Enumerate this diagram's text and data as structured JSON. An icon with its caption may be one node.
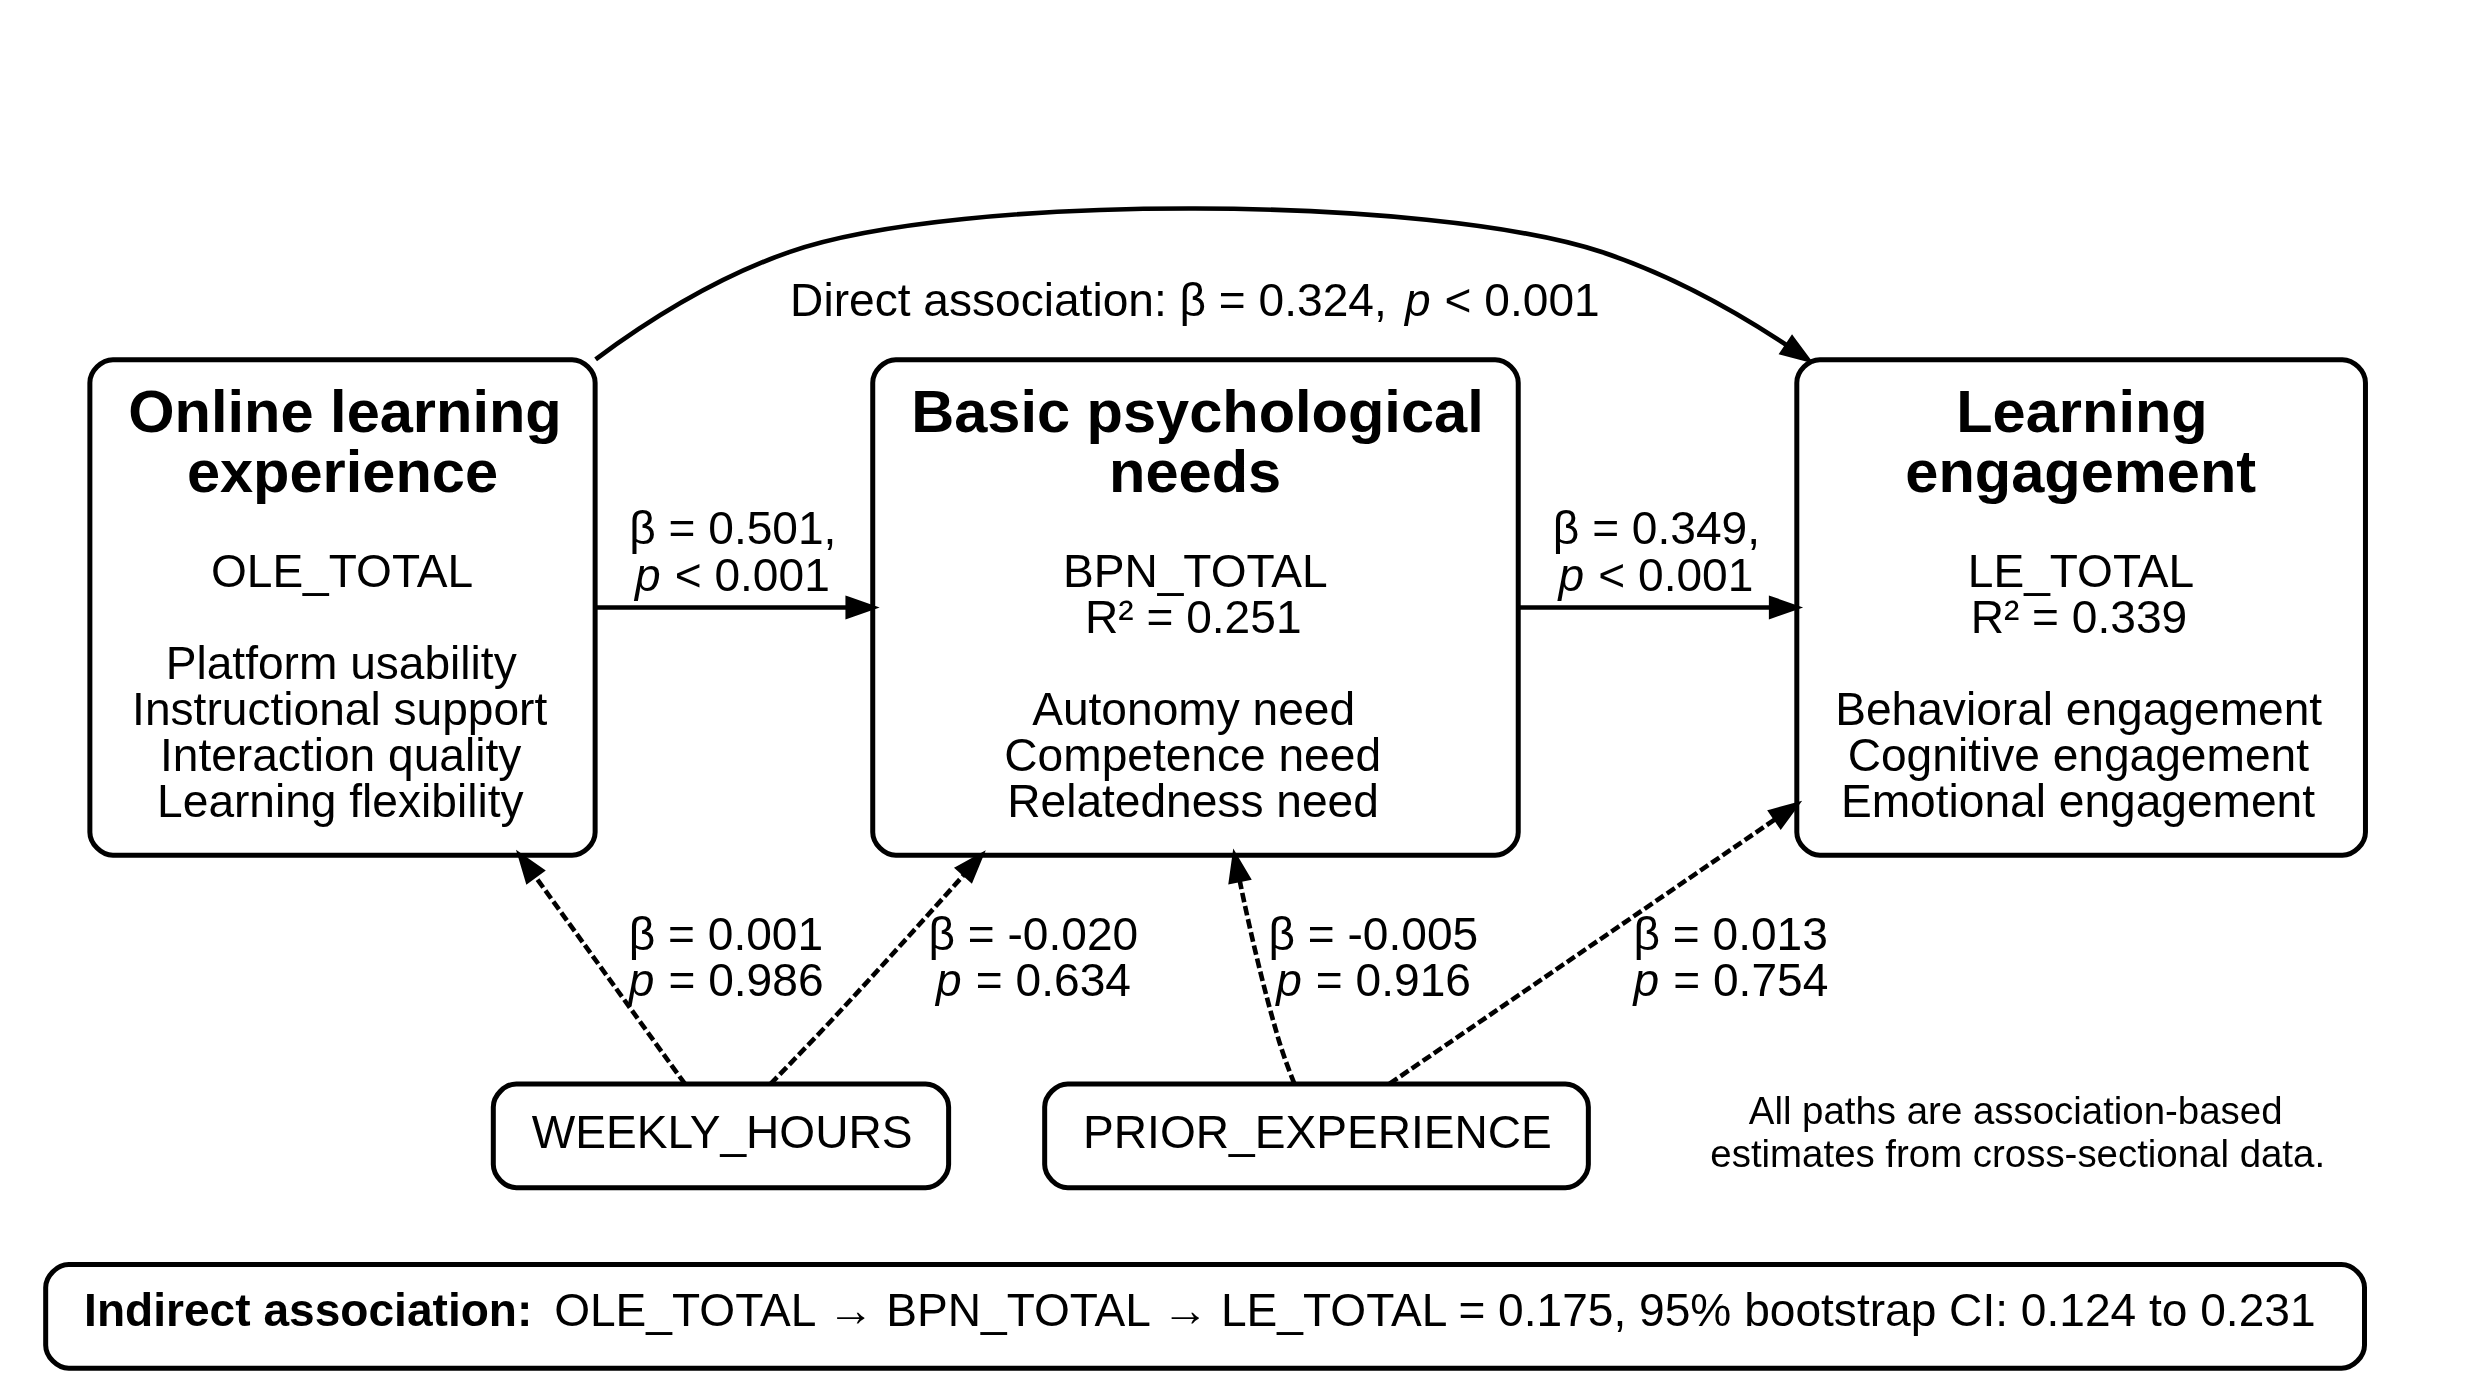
{
  "diagram": {
    "nodes": [
      {
        "text": [
          "Online learning experience",
          "OLE_TOTAL",
          "Platform usability",
          "Instructional support",
          "Interaction quality",
          "Learning flexibility"
        ]
      },
      {
        "text": [
          "Basic psychological needs",
          "BPN_TOTAL",
          "R² = 0.251",
          "Autonomy need",
          "Competence need",
          "Relatedness need"
        ]
      },
      {
        "text": [
          "Learning engagement",
          "LE_TOTAL",
          "R² = 0.339",
          "Behavioral engagement",
          "Cognitive engagement",
          "Emotional engagement"
        ]
      },
      {
        "text": [
          "**Indirect association:** OLE_TOTAL → BPN_TOTAL → LE_TOTAL = 0.175, 95% bootstrap CI: 0.124 to 0.231"
        ]
      },
      {
        "text": [
          "WEEKLY_HOURS"
        ]
      },
      {
        "text": [
          "PRIOR_EXPERIENCE"
        ]
      }
    ],
    "edges": [
      {
        "from": 0,
        "to": 1,
        "arrow": "to",
        "label": "β = 0.501, *p* < 0.001"
      },
      {
        "from": 1,
        "to": 2,
        "arrow": "to",
        "label": "β = 0.349, *p* < 0.001"
      },
      {
        "from": 0,
        "to": 2,
        "arrow": "to",
        "label": "Direct association: β = 0.324, *p* < 0.001"
      },
      {
        "from": 4,
        "to": 0,
        "arrow": "to",
        "style": "dashed",
        "label": "β = 0.001 *p* = 0.986"
      },
      {
        "from": 4,
        "to": 1,
        "arrow": "to",
        "style": "dashed",
        "label": "β = -0.020 *p* = 0.634"
      },
      {
        "from": 5,
        "to": 1,
        "arrow": "to",
        "style": "dashed",
        "label": "β = -0.005 *p* = 0.916"
      },
      {
        "from": 5,
        "to": 2,
        "arrow": "to",
        "style": "dashed",
        "label": "β = 0.013 *p* = 0.754"
      }
    ],
    "labels": [
      "All paths are association-based estimates from cross-sectional data."
    ]
  }
}
